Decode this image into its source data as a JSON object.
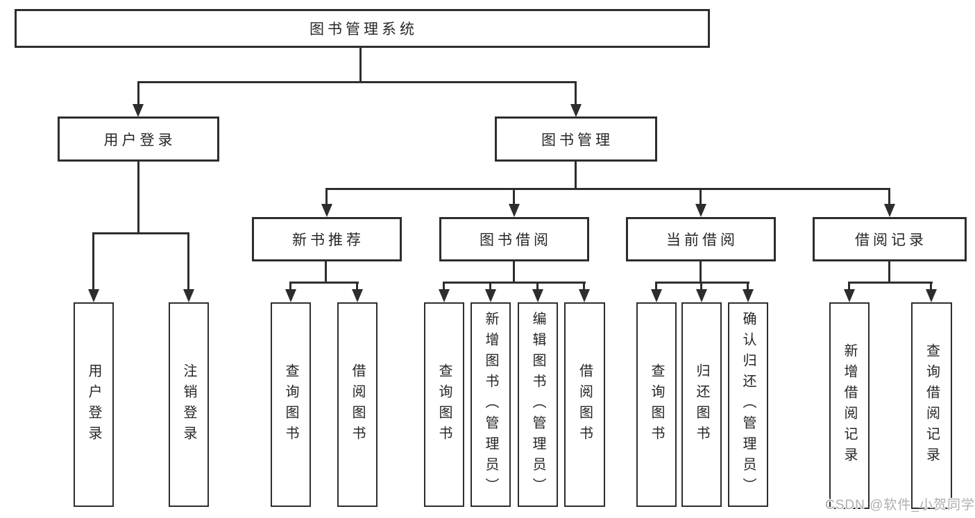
{
  "tree": {
    "label": "图书管理系统",
    "children": [
      {
        "label": "用户登录",
        "children": [
          {
            "label": "用户登录"
          },
          {
            "label": "注销登录"
          }
        ]
      },
      {
        "label": "图书管理",
        "children": [
          {
            "label": "新书推荐",
            "children": [
              {
                "label": "查询图书"
              },
              {
                "label": "借阅图书"
              }
            ]
          },
          {
            "label": "图书借阅",
            "children": [
              {
                "label": "查询图书"
              },
              {
                "label": "新增图书（管理员）"
              },
              {
                "label": "编辑图书（管理员）"
              },
              {
                "label": "借阅图书"
              }
            ]
          },
          {
            "label": "当前借阅",
            "children": [
              {
                "label": "查询图书"
              },
              {
                "label": "归还图书"
              },
              {
                "label": "确认归还（管理员）"
              }
            ]
          },
          {
            "label": "借阅记录",
            "children": [
              {
                "label": "新增借阅记录"
              },
              {
                "label": "查询借阅记录"
              }
            ]
          }
        ]
      }
    ]
  },
  "watermark": {
    "text": "CSDN @软件_小贺同学"
  },
  "colors": {
    "line": "#2d2d2d",
    "box_border": "#2d2d2d",
    "text": "#262626",
    "background": "#ffffff",
    "watermark": "#aeaeae"
  }
}
